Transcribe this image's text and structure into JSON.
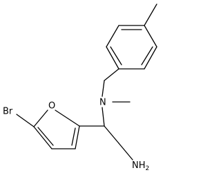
{
  "atom_labels": {
    "bromine": "Br",
    "furan_oxygen": "O",
    "amine_nitrogen": "N",
    "primary_amine": "NH",
    "primary_amine_subscript": "2"
  },
  "colors": {
    "bond": "#000000",
    "text": "#000000",
    "background": "#ffffff"
  }
}
